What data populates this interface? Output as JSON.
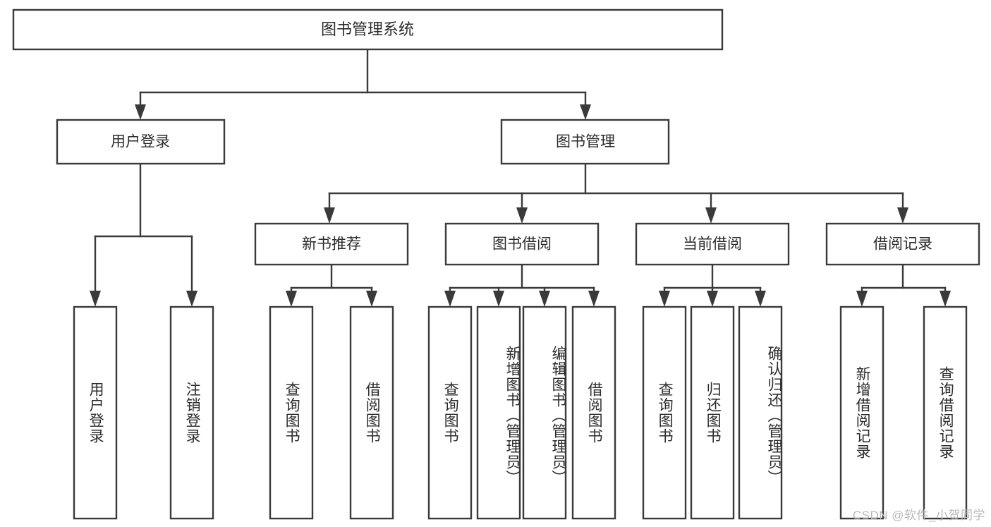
{
  "diagram": {
    "type": "tree",
    "title_node": "图书管理系统",
    "watermark": "CSDN @软件_小贺同学",
    "colors": {
      "stroke": "#3a3a3a",
      "fill": "#ffffff",
      "text": "#2b2b2b",
      "watermark": "#b9b9b9"
    },
    "root": {
      "label": "图书管理系统"
    },
    "level2": [
      {
        "label": "用户登录"
      },
      {
        "label": "图书管理"
      }
    ],
    "level3": [
      {
        "label": "新书推荐"
      },
      {
        "label": "图书借阅"
      },
      {
        "label": "当前借阅"
      },
      {
        "label": "借阅记录"
      }
    ],
    "leaves": {
      "user_login": [
        {
          "label": "用户登录"
        },
        {
          "label": "注销登录"
        }
      ],
      "new_book": [
        {
          "label": "查询图书"
        },
        {
          "label": "借阅图书"
        }
      ],
      "book_borrow": [
        {
          "label": "查询图书"
        },
        {
          "label": "新增图书（管理员）"
        },
        {
          "label": "编辑图书（管理员）"
        },
        {
          "label": "借阅图书"
        }
      ],
      "current_borrow": [
        {
          "label": "查询图书"
        },
        {
          "label": "归还图书"
        },
        {
          "label": "确认归还（管理员）"
        }
      ],
      "borrow_record": [
        {
          "label": "新增借阅记录"
        },
        {
          "label": "查询借阅记录"
        }
      ]
    }
  }
}
